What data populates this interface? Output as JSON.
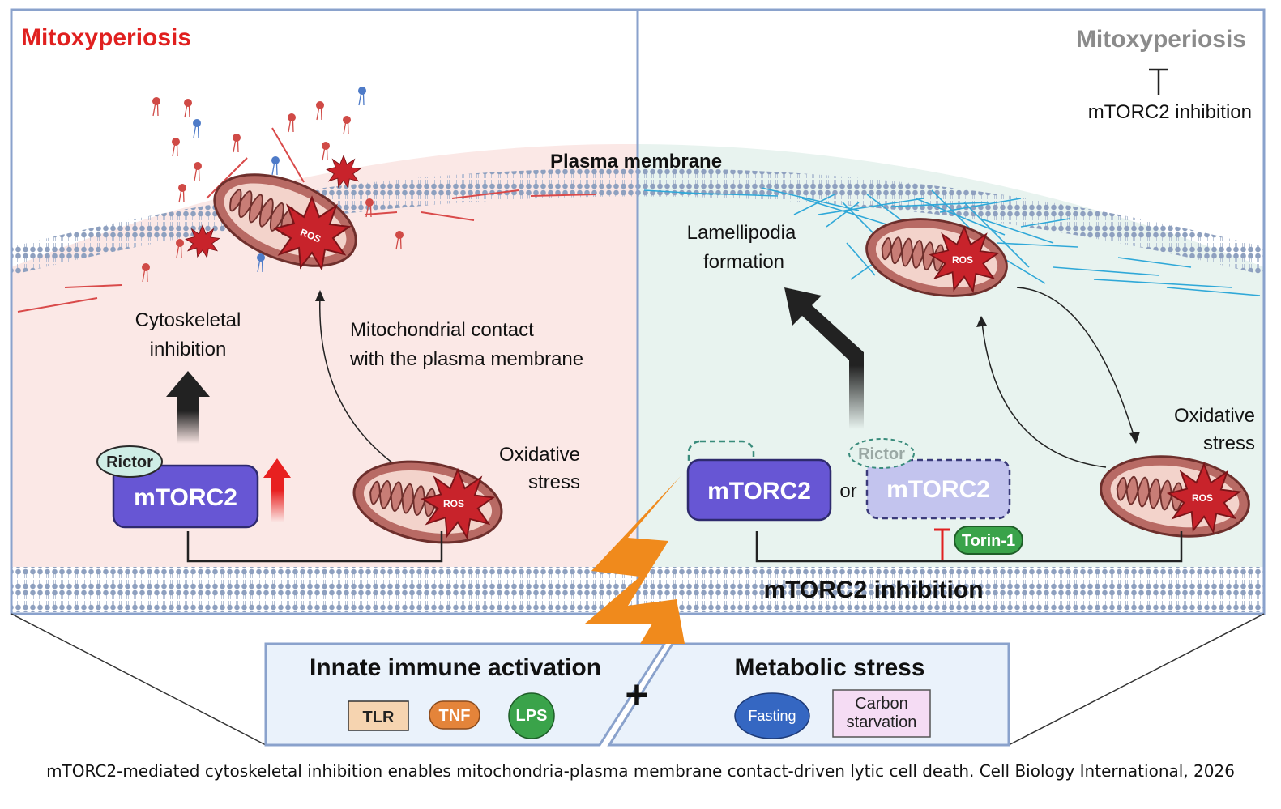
{
  "left_panel": {
    "title": "Mitoxyperiosis",
    "cytoskeletal_label": [
      "Cytoskeletal",
      "inhibition"
    ],
    "contact_label": [
      "Mitochondrial contact",
      "with the plasma membrane"
    ],
    "oxidative_label": [
      "Oxidative",
      "stress"
    ],
    "rictor": "Rictor",
    "mtorc2": "mTORC2",
    "ros": "ROS"
  },
  "membrane_label": "Plasma membrane",
  "right_panel": {
    "title": "Mitoxyperiosis",
    "inhibition_note": "mTORC2 inhibition",
    "lamellipodia_label": [
      "Lamellipodia",
      "formation"
    ],
    "oxidative_label": [
      "Oxidative",
      "stress"
    ],
    "mtorc2": "mTORC2",
    "or": "or",
    "rictor": "Rictor",
    "mtorc2_inactive": "mTORC2",
    "torin": "Torin-1",
    "bottom_label": "mTORC2 inhibition",
    "ros": "ROS"
  },
  "bottom": {
    "innate_title": "Innate immune activation",
    "innate_items": [
      "TLR",
      "TNF",
      "LPS"
    ],
    "metabolic_title": "Metabolic stress",
    "fasting": "Fasting",
    "carbon": [
      "Carbon",
      "starvation"
    ],
    "plus": "+"
  },
  "caption": "mTORC2-mediated cytoskeletal inhibition enables mitochondria-plasma membrane contact-driven lytic cell death. Cell Biology International, 2026",
  "colors": {
    "left_bg": "#fbe8e6",
    "right_bg": "#e8f3ef",
    "red_title": "#e0201f",
    "mtorc2": "#6756d4",
    "mito_fill": "#c56f6a",
    "ros_red": "#c8232b",
    "lightning": "#f08a1c",
    "actin_blue": "#2fa8d8",
    "torin_green": "#3aa34a"
  }
}
